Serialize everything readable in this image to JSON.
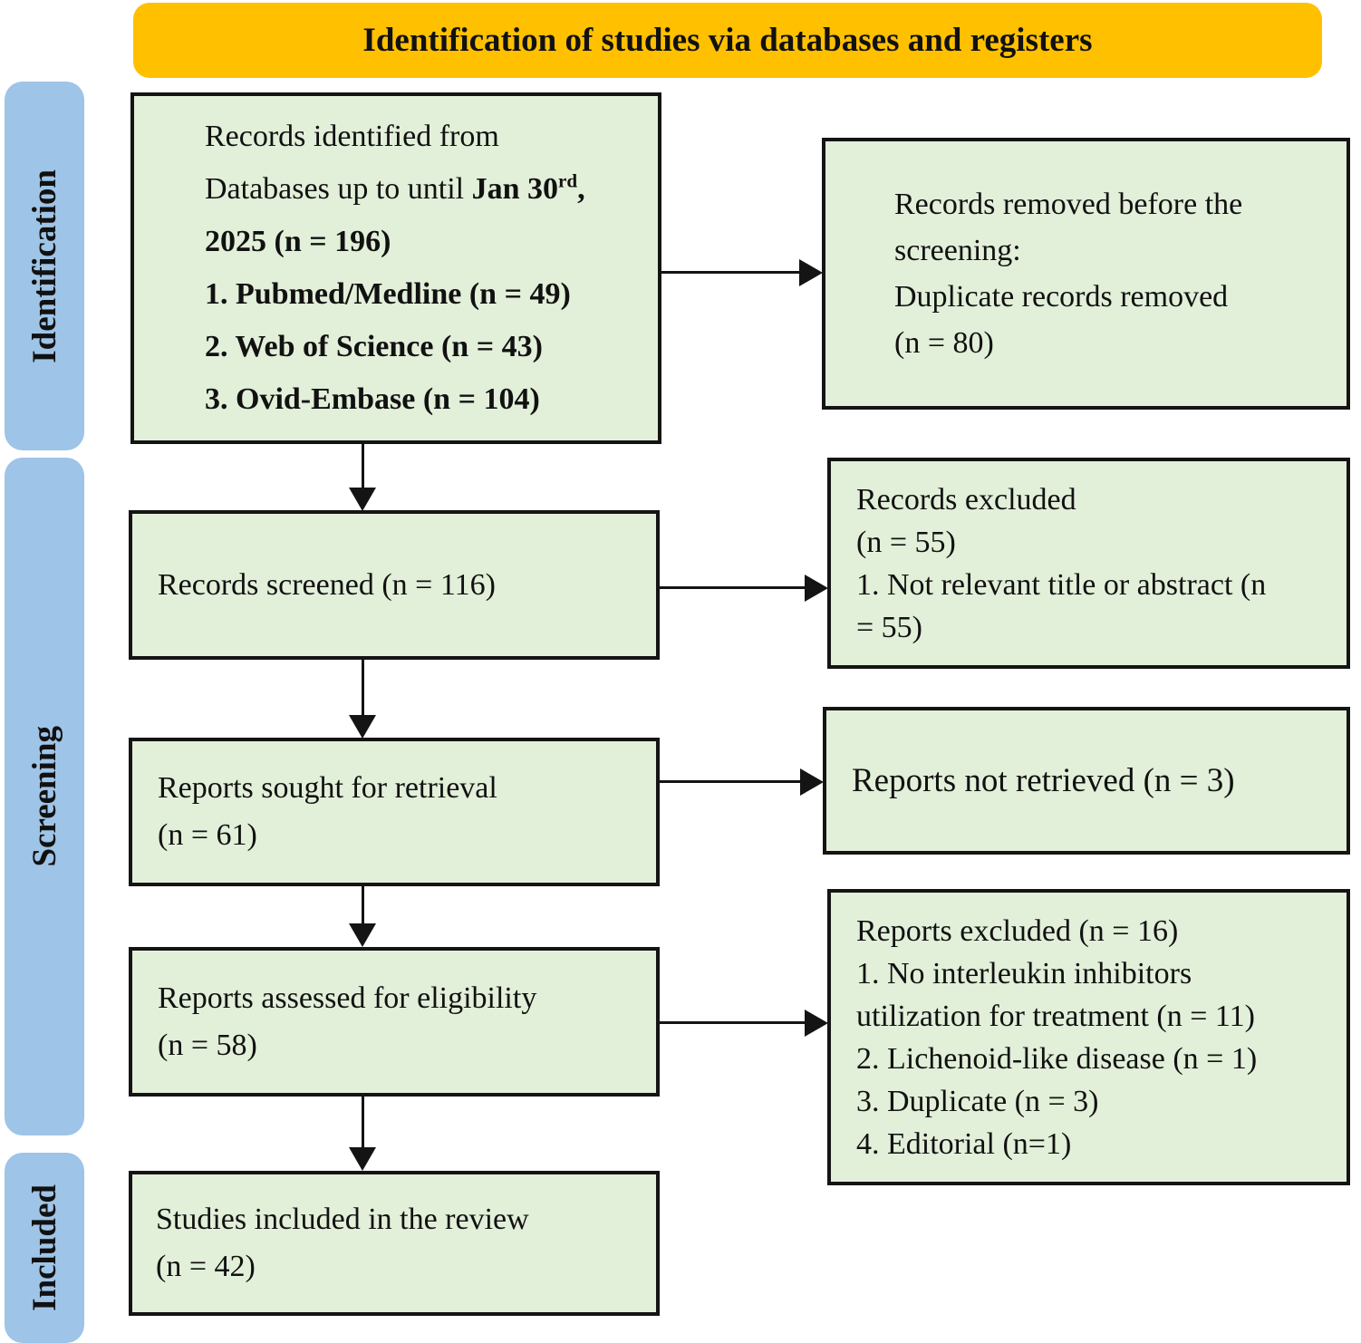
{
  "header": {
    "title": "Identification of studies via databases and registers"
  },
  "stages": {
    "identification": "Identification",
    "screening": "Screening",
    "included": "Included"
  },
  "boxes": {
    "records_identified": {
      "line1": "Records identified from",
      "line2_regular": "Databases up to until ",
      "line2_bold": "Jan 30",
      "line2_sup": "rd",
      "line2_bold_tail": ",",
      "line3": "2025 (n = 196)",
      "items": [
        "1. Pubmed/Medline (n = 49)",
        "2. Web of Science (n = 43)",
        "3. Ovid-Embase (n = 104)"
      ]
    },
    "records_removed": {
      "lines": [
        "Records removed before the",
        "screening:",
        "Duplicate records removed",
        "(n = 80)"
      ]
    },
    "records_screened": {
      "text": "Records screened (n = 116)"
    },
    "records_excluded": {
      "lines": [
        "Records excluded",
        "(n = 55)",
        "1. Not relevant title or abstract (n",
        "= 55)"
      ]
    },
    "reports_sought": {
      "lines": [
        "Reports sought for retrieval",
        "(n = 61)"
      ]
    },
    "reports_not_retrieved": {
      "text": "Reports not retrieved (n = 3)"
    },
    "reports_assessed": {
      "lines": [
        "Reports assessed for eligibility",
        "(n = 58)"
      ]
    },
    "reports_excluded": {
      "lines": [
        "Reports excluded (n = 16)",
        "1. No interleukin inhibitors",
        "utilization for treatment (n = 11)",
        "2. Lichenoid-like disease (n = 1)",
        "3. Duplicate (n = 3)",
        "4. Editorial (n=1)"
      ]
    },
    "studies_included": {
      "lines": [
        "Studies included in the review",
        "(n = 42)"
      ]
    }
  },
  "colors": {
    "header_bg": "#FFC000",
    "stage_bg": "#9EC4E7",
    "box_bg": "#E2EFD9",
    "line_color": "#141414"
  }
}
